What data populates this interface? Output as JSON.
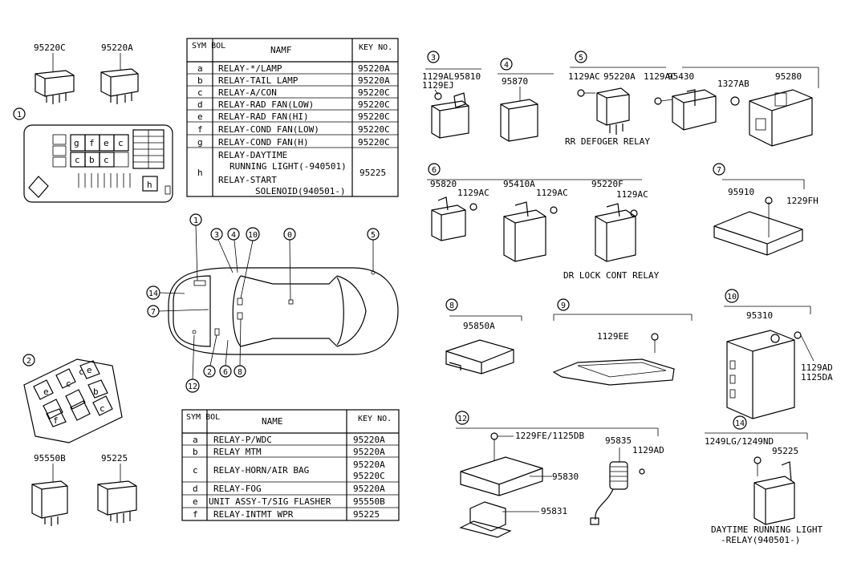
{
  "callouts": {
    "c1": "1",
    "c2": "2",
    "c3": "3",
    "c4": "4",
    "c5": "5",
    "c6": "6",
    "c7": "7",
    "c8": "8",
    "c9": "9",
    "c10": "10",
    "c12": "12",
    "c14": "14",
    "c0": "0"
  },
  "table1": {
    "headers": [
      "SYM BOL",
      "NAMF",
      "KEY NO."
    ],
    "rows": [
      {
        "sym": "a",
        "name": "RELAY-*/LAMP",
        "key": "95220A"
      },
      {
        "sym": "b",
        "name": "RELAY-TAIL LAMP",
        "key": "95220A"
      },
      {
        "sym": "c",
        "name": "RELAY-A/CON",
        "key": "95220C"
      },
      {
        "sym": "d",
        "name": "RELAY-RAD FAN(LOW)",
        "key": "95220C"
      },
      {
        "sym": "e",
        "name": "RELAY-RAD FAN(HI)",
        "key": "95220C"
      },
      {
        "sym": "f",
        "name": "RELAY-COND FAN(LOW)",
        "key": "95220C"
      },
      {
        "sym": "g",
        "name": "RELAY-COND FAN(H)",
        "key": "95220C"
      },
      {
        "sym": "h",
        "name1": "RELAY-DAYTIME",
        "name2": "RUNNING LIGHT(-940501)",
        "name3": "RELAY-START",
        "name4": "SOLENOID(940501-)",
        "key": "95225"
      }
    ]
  },
  "table2": {
    "headers": [
      "SYM BOL",
      "NAME",
      "KEY NO."
    ],
    "rows": [
      {
        "sym": "a",
        "name": "RELAY-P/WDC",
        "key": "95220A"
      },
      {
        "sym": "b",
        "name": "RELAY MTM",
        "key": "95220A"
      },
      {
        "sym": "c",
        "name": "RELAY-HORN/AIR BAG",
        "key": "95220A",
        "key2": "95220C"
      },
      {
        "sym": "d",
        "name": "RELAY-FOG",
        "key": "95220A"
      },
      {
        "sym": "e",
        "name": "UNIT ASSY-T/SIG FLASHER",
        "key": "95550B"
      },
      {
        "sym": "f",
        "name": "RELAY-INTMT WPR",
        "key": "95225"
      }
    ]
  },
  "parts": {
    "p95220C": "95220C",
    "p95220A": "95220A",
    "p95550B": "95550B",
    "p95225a": "95225",
    "p1129AL": "1129AL",
    "p95810": "95810",
    "p1129EJ": "1129EJ",
    "p95870": "95870",
    "p1129AC_5a": "1129AC",
    "p95220A_5": "95220A",
    "p1129AC_5b": "1129AC",
    "p95430": "95430",
    "p1327AB": "1327AB",
    "p95280": "95280",
    "p95820": "95820",
    "p1129AC_6a": "1129AC",
    "p95410A": "95410A",
    "p1129AC_6b": "1129AC",
    "p95220F": "95220F",
    "p1129AC_6c": "1129AC",
    "p95910": "95910",
    "p1229FH": "1229FH",
    "p95850A": "95850A",
    "p1129EE": "1129EE",
    "p95310": "95310",
    "p1129AD_10": "1129AD",
    "p1125DA": "1125DA",
    "p1229FE": "1229FE/1125DB",
    "p95835": "95835",
    "p1129AD_12": "1129AD",
    "p95830": "95830",
    "p95831": "95831",
    "p1249LG": "1249LG/1249ND",
    "p95225b": "95225"
  },
  "captions": {
    "rr_defogger": "RR DEFOGER RELAY",
    "dr_lock": "DR LOCK CONT RELAY",
    "drl1": "DAYTIME RUNNING LIGHT",
    "drl2": "-RELAY(940501-)"
  },
  "fusebox_labels": [
    "g",
    "f",
    "e",
    "c",
    "c",
    "b",
    "c",
    "h"
  ],
  "block2_labels": [
    "c",
    "e",
    "c",
    "e",
    "b",
    "f",
    "c"
  ]
}
